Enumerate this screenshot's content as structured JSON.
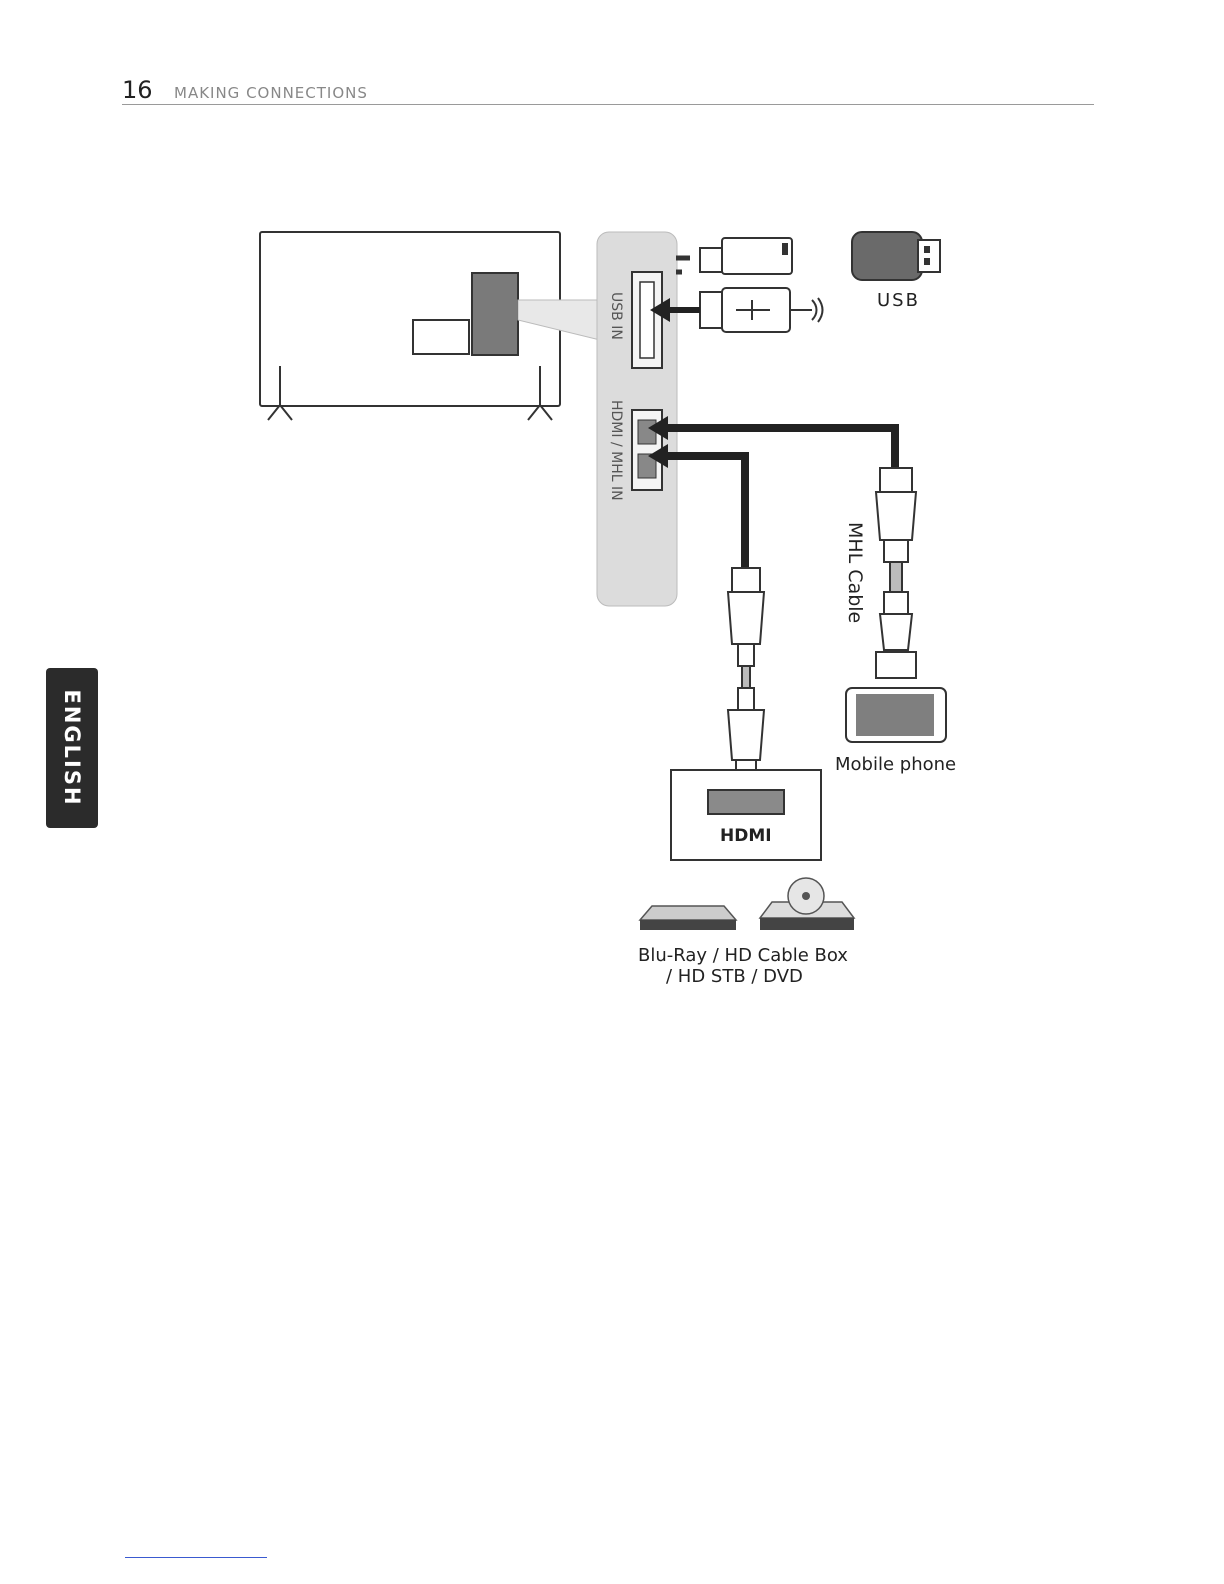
{
  "header": {
    "page_number": "16",
    "section_title": "MAKING CONNECTIONS"
  },
  "language_tab": "ENGLISH",
  "labels": {
    "usb": "USB",
    "mhl_cable": "MHL Cable",
    "mobile_phone": "Mobile phone",
    "hdmi": "HDMI",
    "devices_line1": "Blu-Ray / HD Cable Box",
    "devices_line2": "/ HD STB / DVD"
  },
  "colors": {
    "cable": "#222222",
    "panel": "#dcdcdc",
    "outline": "#333333"
  }
}
